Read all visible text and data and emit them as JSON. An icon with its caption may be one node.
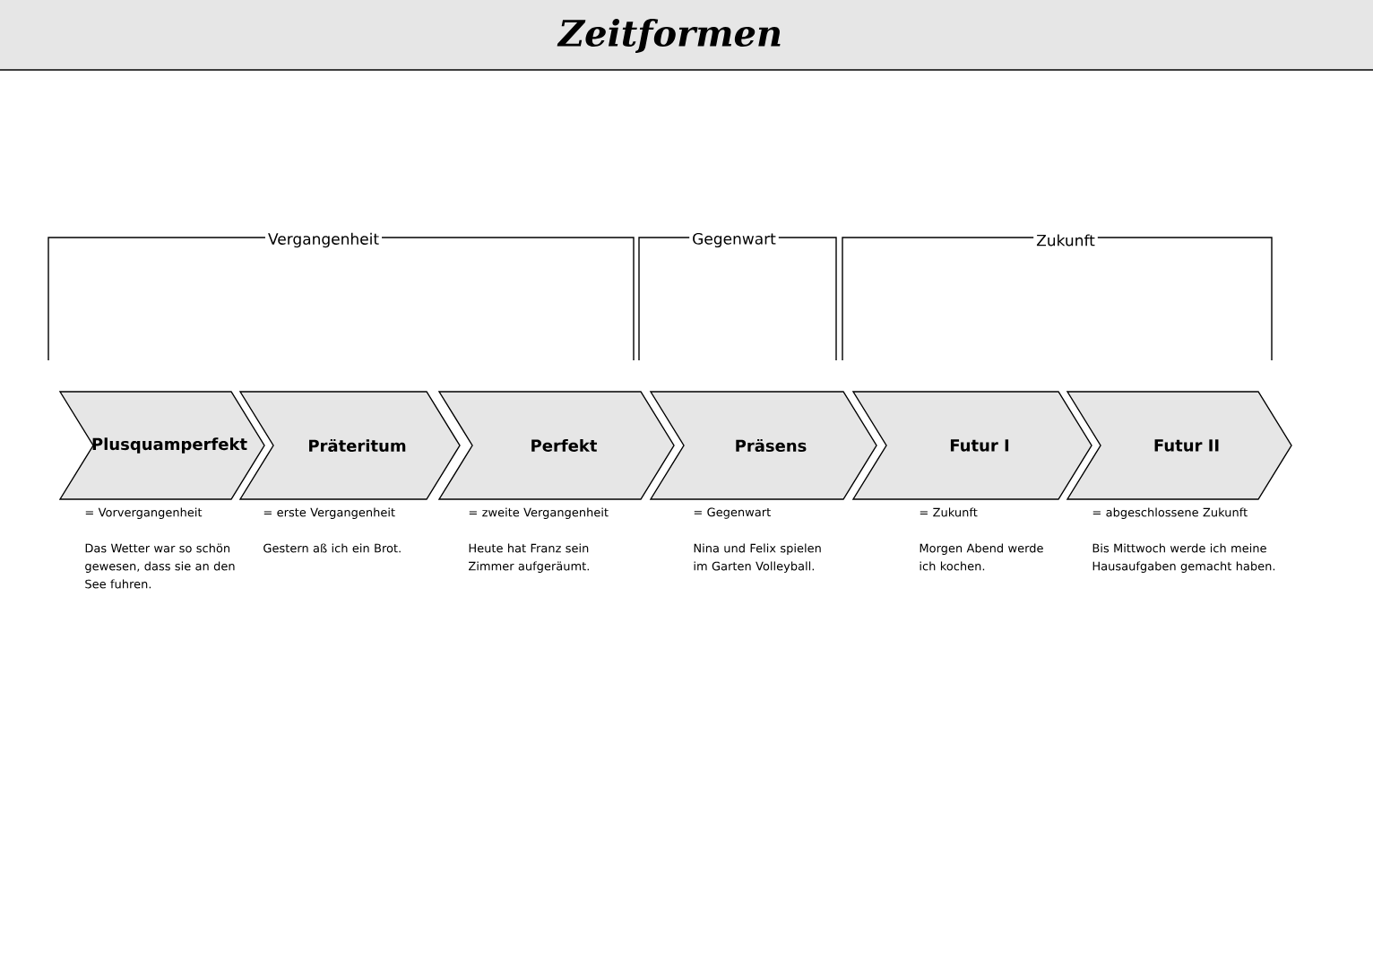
{
  "diagram": {
    "title": "Zeitformen",
    "nodes": [
      {
        "text": [
          "Vergangenheit"
        ]
      },
      {
        "text": [
          "Gegenwart"
        ]
      },
      {
        "text": [
          "Zukunft"
        ]
      },
      {
        "text": [
          "Plusquamperfekt"
        ],
        "beside": [
          "= Vorvergangenheit",
          "Das Wetter war so schön gewesen, dass sie an den See fuhren."
        ]
      },
      {
        "text": [
          "Präteritum"
        ],
        "beside": [
          "= erste Vergangenheit",
          "Gestern aß ich ein Brot."
        ]
      },
      {
        "text": [
          "Perfekt"
        ],
        "beside": [
          "= zweite Vergangenheit",
          "Heute hat Franz sein Zimmer aufgeräumt."
        ]
      },
      {
        "text": [
          "Präsens"
        ],
        "beside": [
          "= Gegenwart",
          "Nina und Felix spielen im Garten Volleyball."
        ]
      },
      {
        "text": [
          "Futur I"
        ],
        "beside": [
          "= Zukunft",
          "Morgen Abend werde ich kochen."
        ]
      },
      {
        "text": [
          "Futur II"
        ],
        "beside": [
          "= abgeschlossene Zukunft",
          "Bis Mittwoch werde ich meine Hausaufgaben gemacht haben."
        ]
      }
    ]
  }
}
